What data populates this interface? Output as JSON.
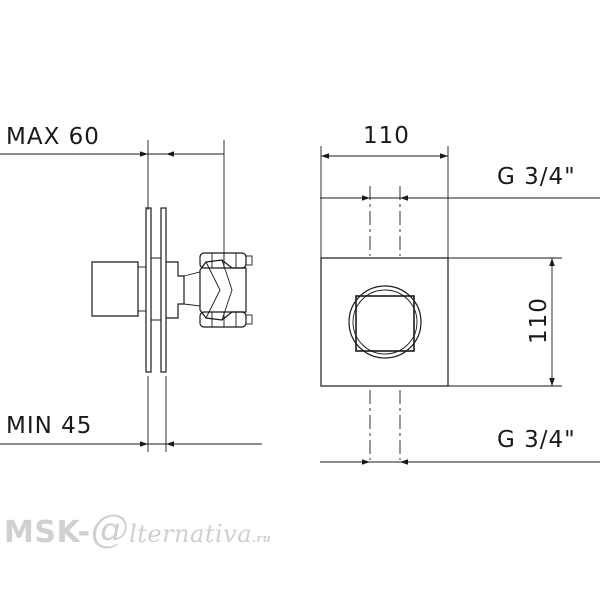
{
  "labels": {
    "max": "MAX 60",
    "min": "MIN 45",
    "width_top": "110",
    "height_right": "110",
    "thread_top": "G 3/4\"",
    "thread_bottom": "G 3/4\""
  },
  "watermark": {
    "brand": "MSK-",
    "at": "@",
    "rest": "lternativa",
    "tld": ".ru"
  }
}
